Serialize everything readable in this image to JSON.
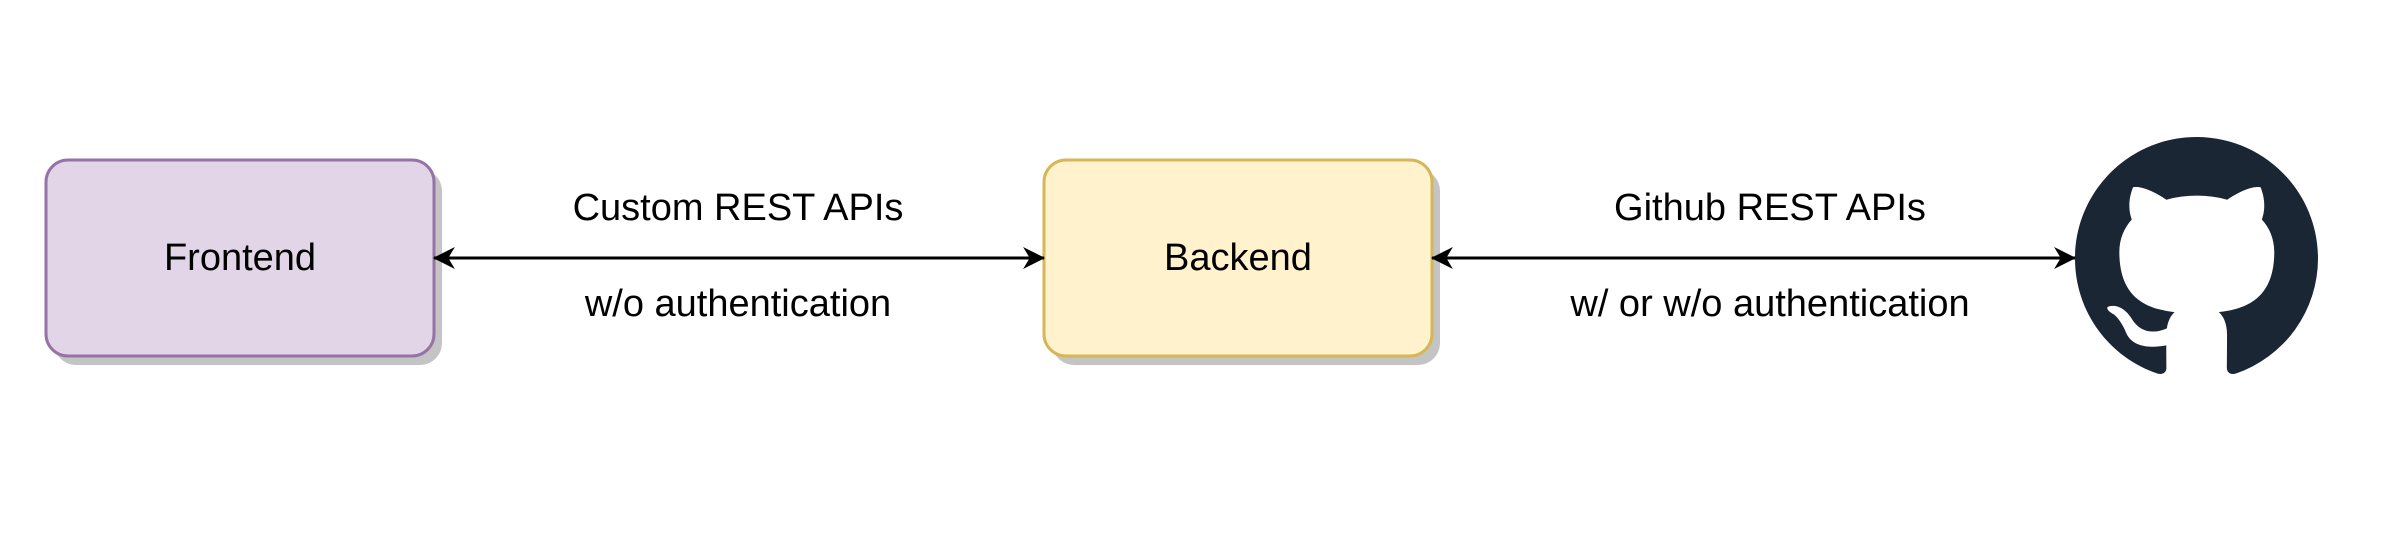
{
  "nodes": {
    "frontend": {
      "label": "Frontend",
      "fill": "#e1d5e7",
      "stroke": "#9673a6"
    },
    "backend": {
      "label": "Backend",
      "fill": "#fff2cc",
      "stroke": "#d6b656"
    },
    "github": {
      "icon": "github-octocat-icon",
      "color": "#1b2635"
    }
  },
  "edges": {
    "frontend_backend": {
      "top_label": "Custom REST APIs",
      "bottom_label": "w/o authentication"
    },
    "backend_github": {
      "top_label": "Github REST APIs",
      "bottom_label": "w/ or w/o authentication"
    }
  },
  "colors": {
    "shadow": "#c4c4c4",
    "edge": "#000000"
  }
}
